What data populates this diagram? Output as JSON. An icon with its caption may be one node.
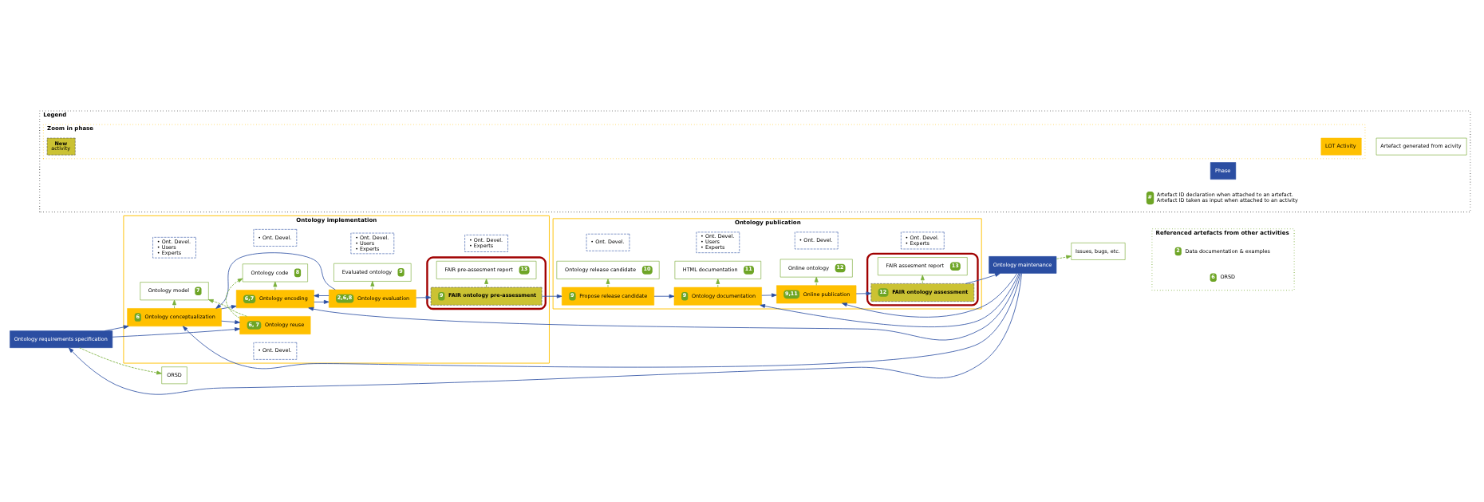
{
  "diagram": {
    "nodes": [
      {
        "text": [
          "Ontology implementation"
        ]
      },
      {
        "text": [
          "• Ont. Devel.",
          "• Users",
          "• Experts"
        ],
        "in": 0
      },
      {
        "text": [
          "• Ont. Devel."
        ],
        "in": 0
      },
      {
        "text": [
          "• Ont. Devel.",
          "• Users",
          "• Experts"
        ],
        "in": 0
      },
      {
        "text": [
          "• Ont. Devel.",
          "• Experts"
        ],
        "in": 0
      },
      {
        "text": [
          "Ontology publication"
        ]
      },
      {
        "text": [
          "• Ont. Devel."
        ],
        "in": 5
      },
      {
        "text": [
          "• Ont. Devel.",
          "• Users",
          "• Experts"
        ],
        "in": 5
      },
      {
        "text": [
          "• Ont. Devel."
        ],
        "in": 5
      },
      {
        "text": [
          "• Ont. Devel.",
          "• Experts"
        ],
        "in": 5
      },
      {
        "text": [
          "Ontology requirements specification"
        ]
      },
      {
        "text": [
          "ORSD"
        ]
      },
      {
        "text": [
          "6",
          "Ontology conceptualization"
        ],
        "in": 0
      },
      {
        "text": [
          "6,7",
          "Ontology encoding"
        ],
        "in": 0
      },
      {
        "text": [
          "2,6,8",
          "Ontology evaluation"
        ],
        "in": 0
      },
      {
        "text": [],
        "shape": "box",
        "in": 0
      },
      {
        "text": [
          "9",
          "FAIR ontology pre-assessment"
        ],
        "in": 15
      },
      {
        "text": [
          "Ontology model",
          "7"
        ],
        "in": 0
      },
      {
        "text": [
          "Ontology code",
          "8"
        ],
        "in": 0
      },
      {
        "text": [
          "Evaluated ontology",
          "9"
        ],
        "in": 0
      },
      {
        "text": [
          "FAIR pre-assesment report",
          "13"
        ],
        "in": 15
      },
      {
        "text": [
          "6, 7",
          "Ontology reuse"
        ],
        "in": 0
      },
      {
        "text": [
          "• Ont. Devel."
        ],
        "in": 0
      },
      {
        "text": [
          "9",
          "Propose release candidate"
        ],
        "in": 5
      },
      {
        "text": [
          "9",
          "Ontology documentation"
        ],
        "in": 5
      },
      {
        "text": [
          "9,11",
          "Online publication"
        ],
        "in": 5
      },
      {
        "text": [],
        "shape": "box",
        "in": 5
      },
      {
        "text": [
          "12",
          "FAIR ontology assessment"
        ],
        "in": 26
      },
      {
        "text": [
          "Ontology maintenance"
        ]
      },
      {
        "text": [
          "Ontology release candidate",
          "10"
        ],
        "in": 5
      },
      {
        "text": [
          "HTML documentation",
          "11"
        ],
        "in": 5
      },
      {
        "text": [
          "Online ontology",
          "12"
        ],
        "in": 5
      },
      {
        "text": [
          "FAIR assesment report",
          "13"
        ],
        "in": 26
      },
      {
        "text": [
          "Issues, bugs, etc."
        ]
      },
      {
        "text": [
          "Referenced artefacts from other activities"
        ]
      },
      {
        "text": [
          "2",
          "Data documentation & examples"
        ],
        "in": 34
      },
      {
        "text": [
          "6",
          "ORSD"
        ],
        "in": 34
      },
      {
        "text": [
          "Legend"
        ]
      },
      {
        "text": [
          "Phase"
        ],
        "in": 37
      },
      {
        "text": [
          "Zoom in phase"
        ],
        "in": 37
      },
      {
        "text": [
          "LOT Activity"
        ],
        "in": 39
      },
      {
        "text": [
          "New",
          "activity"
        ],
        "in": 39
      },
      {
        "text": [
          "Artefact generated from acivity"
        ],
        "in": 37
      },
      {
        "text": [
          "#",
          "Artefact ID declaration when attached to an artefact.",
          "Artefact ID taken as input when attached to an activity"
        ],
        "in": 37
      }
    ],
    "edges": [
      {
        "from": 10,
        "to": 12,
        "arrow": "to"
      },
      {
        "from": 10,
        "to": 21,
        "arrow": "to"
      },
      {
        "from": 12,
        "to": 13,
        "arrow": "to"
      },
      {
        "from": 12,
        "to": 21,
        "arrow": "to"
      },
      {
        "from": 13,
        "to": 14,
        "arrow": "to"
      },
      {
        "from": 14,
        "to": 16,
        "arrow": "to"
      },
      {
        "from": 16,
        "to": 23,
        "arrow": "to"
      },
      {
        "from": 23,
        "to": 24,
        "arrow": "to"
      },
      {
        "from": 24,
        "to": 25,
        "arrow": "to"
      },
      {
        "from": 25,
        "to": 27,
        "arrow": "to"
      },
      {
        "from": 27,
        "to": 28,
        "arrow": "to"
      },
      {
        "from": 28,
        "to": 10,
        "arrow": "to"
      },
      {
        "from": 28,
        "to": 12,
        "arrow": "to"
      },
      {
        "from": 28,
        "to": 13,
        "arrow": "to"
      },
      {
        "from": 28,
        "to": 24,
        "arrow": "to"
      },
      {
        "from": 28,
        "to": 25,
        "arrow": "to"
      },
      {
        "from": 14,
        "to": 12,
        "arrow": "to"
      },
      {
        "from": 14,
        "to": 13,
        "arrow": "to"
      },
      {
        "from": 10,
        "to": 11,
        "arrow": "to",
        "style": "dashed",
        "color": "#7ab03a"
      },
      {
        "from": 12,
        "to": 17,
        "arrow": "to",
        "style": "dashed",
        "color": "#7ab03a"
      },
      {
        "from": 13,
        "to": 18,
        "arrow": "to",
        "style": "dashed",
        "color": "#7ab03a"
      },
      {
        "from": 14,
        "to": 19,
        "arrow": "to",
        "style": "dashed",
        "color": "#7ab03a"
      },
      {
        "from": 16,
        "to": 20,
        "arrow": "to",
        "style": "dashed",
        "color": "#7ab03a"
      },
      {
        "from": 21,
        "to": 17,
        "arrow": "to",
        "style": "dashed",
        "color": "#7ab03a"
      },
      {
        "from": 21,
        "to": 18,
        "arrow": "to",
        "style": "dashed",
        "color": "#7ab03a"
      },
      {
        "from": 23,
        "to": 29,
        "arrow": "to",
        "style": "dashed",
        "color": "#7ab03a"
      },
      {
        "from": 24,
        "to": 30,
        "arrow": "to",
        "style": "dashed",
        "color": "#7ab03a"
      },
      {
        "from": 25,
        "to": 31,
        "arrow": "to",
        "style": "dashed",
        "color": "#7ab03a"
      },
      {
        "from": 27,
        "to": 32,
        "arrow": "to",
        "style": "dashed",
        "color": "#7ab03a"
      },
      {
        "from": 28,
        "to": 33,
        "arrow": "to",
        "style": "dashed",
        "color": "#7ab03a"
      }
    ]
  }
}
